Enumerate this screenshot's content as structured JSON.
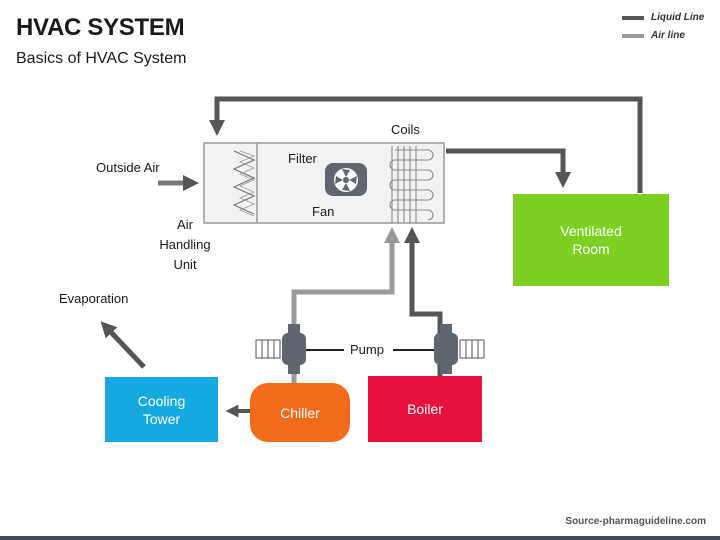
{
  "title": "HVAC SYSTEM",
  "subtitle": "Basics of HVAC System",
  "legend": [
    {
      "label": "Liquid Line",
      "color": "#555555"
    },
    {
      "label": "Air line",
      "color": "#999999"
    }
  ],
  "labels": {
    "outside_air": "Outside Air",
    "coils": "Coils",
    "filter": "Filter",
    "fan": "Fan",
    "ahu_line1": "Air",
    "ahu_line2": "Handling",
    "ahu_line3": "Unit",
    "evaporation": "Evaporation",
    "pump": "Pump"
  },
  "boxes": {
    "ventilated_room": {
      "line1": "Ventilated",
      "line2": "Room",
      "color": "#7dcf24"
    },
    "cooling_tower": {
      "line1": "Cooling",
      "line2": "Tower",
      "color": "#16a9e1"
    },
    "chiller": {
      "label": "Chiller",
      "color": "#f26a1b"
    },
    "boiler": {
      "label": "Boiler",
      "color": "#e8103c"
    }
  },
  "source": "Source-pharmaguideline.com"
}
